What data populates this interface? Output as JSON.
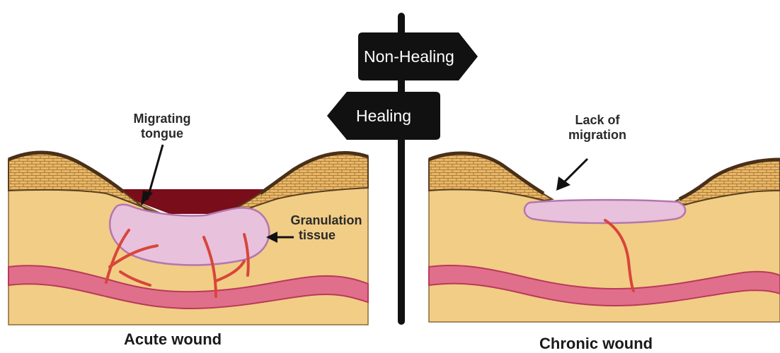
{
  "signpost": {
    "top_sign": "Non-Healing",
    "bottom_sign": "Healing"
  },
  "acute": {
    "caption": "Acute wound",
    "label_migrating": [
      "Migrating",
      "tongue"
    ],
    "label_granulation": [
      "Granulation",
      "tissue"
    ]
  },
  "chronic": {
    "caption": "Chronic wound",
    "label_lack": [
      "Lack of",
      "migration"
    ]
  },
  "colors": {
    "dermis": "#f1cd86",
    "epidermis": "#e7b565",
    "skin_dark": "#5a3e20",
    "clot": "#7a0d1a",
    "granulation": "#e8c1dc",
    "granulation_edge": "#b376ad",
    "vessel_fill": "#e06f8c",
    "vessel_edge": "#b83a58",
    "capillary": "#d8463a",
    "sign": "#111111"
  }
}
